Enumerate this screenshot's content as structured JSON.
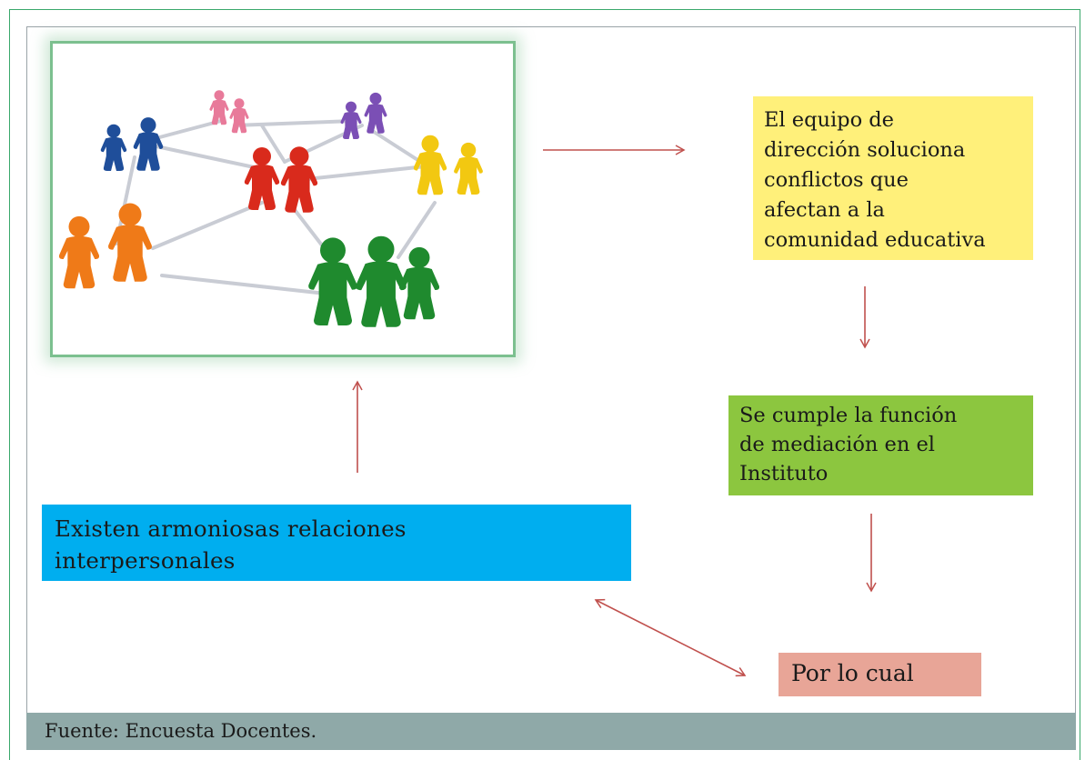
{
  "boxes": {
    "director_team": {
      "lines": [
        "El equipo de",
        "dirección soluciona",
        "conflictos que",
        "afectan a la",
        "comunidad educativa"
      ],
      "color": "#fff07a"
    },
    "mediation": {
      "lines": [
        "Se cumple la función",
        "de mediación en el",
        "Instituto"
      ],
      "color": "#8cc63f"
    },
    "relations": {
      "lines": [
        "Existen armoniosas relaciones",
        "interpersonales"
      ],
      "color": "#00aeef"
    },
    "therefore": {
      "text": "Por lo cual",
      "color": "#e8a597"
    }
  },
  "footer": {
    "source": "Fuente: Encuesta Docentes."
  },
  "colors": {
    "arrow": "#c0504d",
    "frame_border": "#3aa86b",
    "illustration_border": "#7cc08f",
    "footer_bar": "#8fa9a8"
  },
  "illustration": {
    "icon": "people-network-icon",
    "figure_colors": [
      "#1f4e9a",
      "#e87a9a",
      "#7b4fb5",
      "#d92a1c",
      "#f2c811",
      "#ef7a18",
      "#1f8a2e"
    ]
  }
}
